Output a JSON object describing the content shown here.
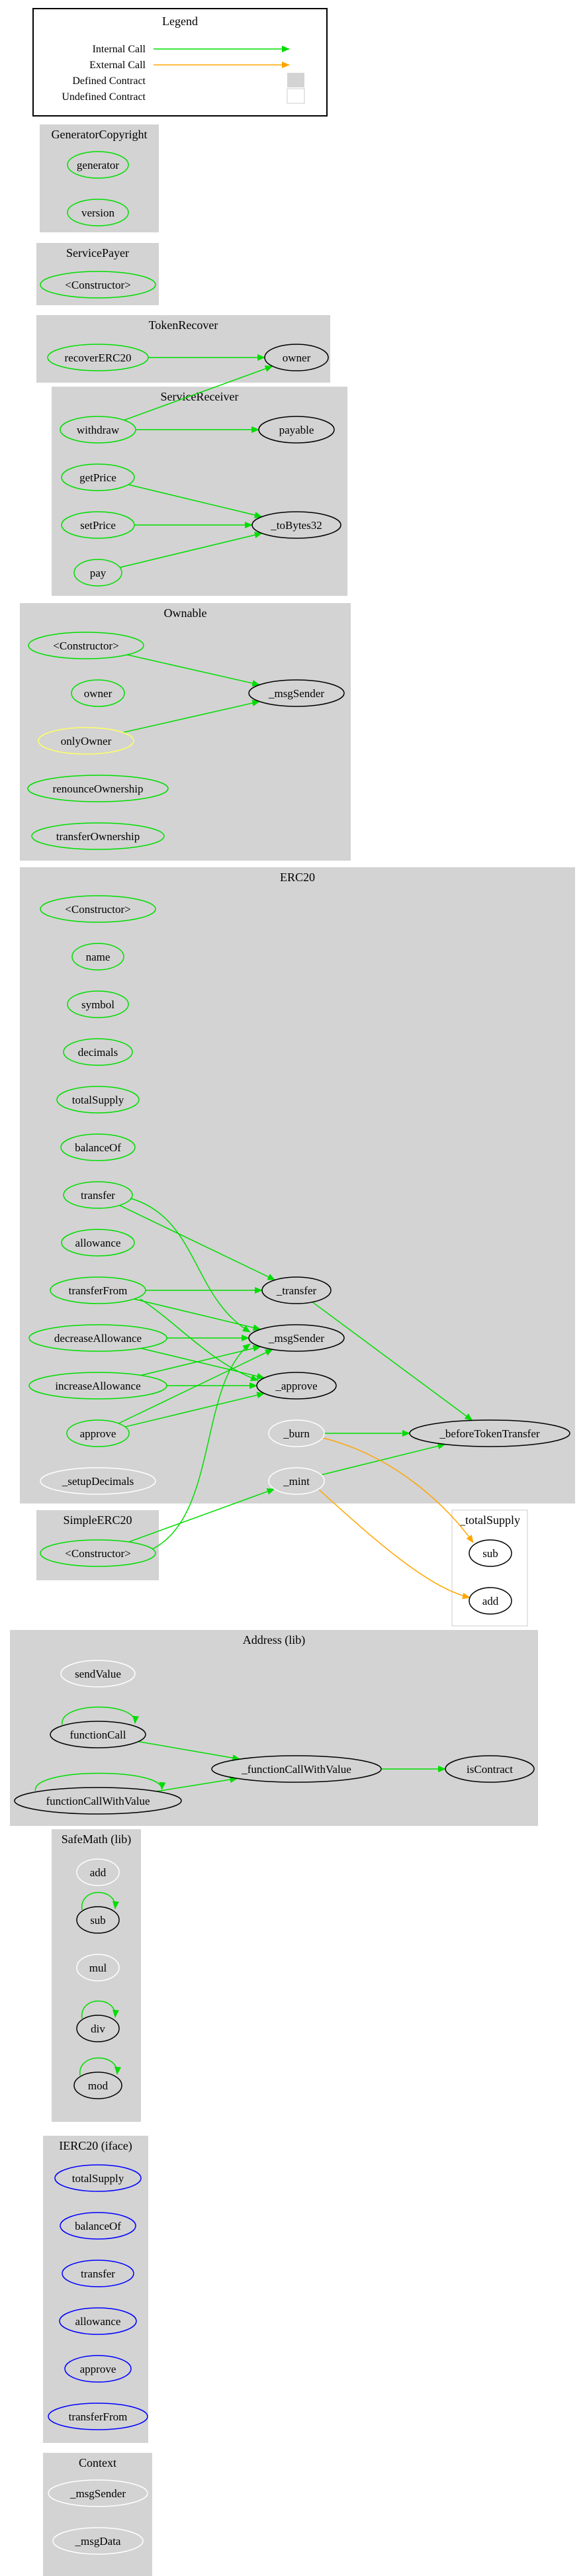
{
  "legend": {
    "title": "Legend",
    "rows": [
      {
        "label": "Internal Call",
        "kind": "arrow",
        "color": "#00dd00"
      },
      {
        "label": "External Call",
        "kind": "arrow",
        "color": "#ffa500"
      },
      {
        "label": "Defined Contract",
        "kind": "box",
        "fill": "#d3d3d3"
      },
      {
        "label": "Undefined Contract",
        "kind": "box",
        "fill": "#ffffff"
      }
    ]
  },
  "colors": {
    "internal": "#00dd00",
    "external": "#ffa500",
    "defined_fill": "#d3d3d3",
    "public_stroke": "#00dd00",
    "private_stroke": "#000000",
    "external_fn_stroke": "#0000ff",
    "modifier_stroke": "#ffff66",
    "library_fn_stroke": "#ffffff"
  },
  "clusters": [
    {
      "id": "gencopy",
      "title": "GeneratorCopyright",
      "defined": true,
      "nodes": [
        {
          "id": "gc_generator",
          "label": "generator",
          "kind": "public"
        },
        {
          "id": "gc_version",
          "label": "version",
          "kind": "public"
        }
      ]
    },
    {
      "id": "servicepayer",
      "title": "ServicePayer",
      "defined": true,
      "nodes": [
        {
          "id": "sp_ctor",
          "label": "<Constructor>",
          "kind": "public"
        }
      ]
    },
    {
      "id": "tokenrecover",
      "title": "TokenRecover",
      "defined": true,
      "nodes": [
        {
          "id": "tr_recover",
          "label": "recoverERC20",
          "kind": "public"
        },
        {
          "id": "tr_owner",
          "label": "owner",
          "kind": "private"
        }
      ]
    },
    {
      "id": "servicereceiver",
      "title": "ServiceReceiver",
      "defined": true,
      "nodes": [
        {
          "id": "sr_withdraw",
          "label": "withdraw",
          "kind": "public"
        },
        {
          "id": "sr_payable",
          "label": "payable",
          "kind": "private"
        },
        {
          "id": "sr_getprice",
          "label": "getPrice",
          "kind": "public"
        },
        {
          "id": "sr_setprice",
          "label": "setPrice",
          "kind": "public"
        },
        {
          "id": "sr_tobytes",
          "label": "_toBytes32",
          "kind": "private"
        },
        {
          "id": "sr_pay",
          "label": "pay",
          "kind": "public"
        }
      ]
    },
    {
      "id": "ownable",
      "title": "Ownable",
      "defined": true,
      "nodes": [
        {
          "id": "ow_ctor",
          "label": "<Constructor>",
          "kind": "public"
        },
        {
          "id": "ow_msgsender",
          "label": "_msgSender",
          "kind": "private"
        },
        {
          "id": "ow_owner",
          "label": "owner",
          "kind": "public"
        },
        {
          "id": "ow_onlyowner",
          "label": "onlyOwner",
          "kind": "modifier"
        },
        {
          "id": "ow_renounce",
          "label": "renounceOwnership",
          "kind": "public"
        },
        {
          "id": "ow_transferown",
          "label": "transferOwnership",
          "kind": "public"
        }
      ]
    },
    {
      "id": "erc20",
      "title": "ERC20",
      "defined": true,
      "nodes": [
        {
          "id": "e_ctor",
          "label": "<Constructor>",
          "kind": "public"
        },
        {
          "id": "e_name",
          "label": "name",
          "kind": "public"
        },
        {
          "id": "e_symbol",
          "label": "symbol",
          "kind": "public"
        },
        {
          "id": "e_decimals",
          "label": "decimals",
          "kind": "public"
        },
        {
          "id": "e_totalsupply",
          "label": "totalSupply",
          "kind": "public"
        },
        {
          "id": "e_balanceof",
          "label": "balanceOf",
          "kind": "public"
        },
        {
          "id": "e_transfer",
          "label": "transfer",
          "kind": "public"
        },
        {
          "id": "e_allowance",
          "label": "allowance",
          "kind": "public"
        },
        {
          "id": "e_transferfrom",
          "label": "transferFrom",
          "kind": "public"
        },
        {
          "id": "e__transfer",
          "label": "_transfer",
          "kind": "private"
        },
        {
          "id": "e_decrease",
          "label": "decreaseAllowance",
          "kind": "public"
        },
        {
          "id": "e_msgsender",
          "label": "_msgSender",
          "kind": "private"
        },
        {
          "id": "e_increase",
          "label": "increaseAllowance",
          "kind": "public"
        },
        {
          "id": "e__approve",
          "label": "_approve",
          "kind": "private"
        },
        {
          "id": "e_approve",
          "label": "approve",
          "kind": "public"
        },
        {
          "id": "e__burn",
          "label": "_burn",
          "kind": "library"
        },
        {
          "id": "e_before",
          "label": "_beforeTokenTransfer",
          "kind": "private"
        },
        {
          "id": "e_setupdec",
          "label": "_setupDecimals",
          "kind": "library"
        },
        {
          "id": "e__mint",
          "label": "_mint",
          "kind": "library"
        }
      ]
    },
    {
      "id": "simpleerc20",
      "title": "SimpleERC20",
      "defined": true,
      "nodes": [
        {
          "id": "s_ctor",
          "label": "<Constructor>",
          "kind": "public"
        }
      ]
    },
    {
      "id": "totalsupply",
      "title": "_totalSupply",
      "defined": false,
      "nodes": [
        {
          "id": "ts_sub",
          "label": "sub",
          "kind": "private"
        },
        {
          "id": "ts_add",
          "label": "add",
          "kind": "private"
        }
      ]
    },
    {
      "id": "address",
      "title": "Address  (lib)",
      "defined": true,
      "nodes": [
        {
          "id": "a_sendvalue",
          "label": "sendValue",
          "kind": "library"
        },
        {
          "id": "a_functioncall",
          "label": "functionCall",
          "kind": "private"
        },
        {
          "id": "a__fcwv",
          "label": "_functionCallWithValue",
          "kind": "private"
        },
        {
          "id": "a_iscontract",
          "label": "isContract",
          "kind": "private"
        },
        {
          "id": "a_fcwv",
          "label": "functionCallWithValue",
          "kind": "private"
        }
      ]
    },
    {
      "id": "safemath",
      "title": "SafeMath  (lib)",
      "defined": true,
      "nodes": [
        {
          "id": "m_add",
          "label": "add",
          "kind": "library"
        },
        {
          "id": "m_sub",
          "label": "sub",
          "kind": "private"
        },
        {
          "id": "m_mul",
          "label": "mul",
          "kind": "library"
        },
        {
          "id": "m_div",
          "label": "div",
          "kind": "private"
        },
        {
          "id": "m_mod",
          "label": "mod",
          "kind": "private"
        }
      ]
    },
    {
      "id": "ierc20",
      "title": "IERC20  (iface)",
      "defined": true,
      "nodes": [
        {
          "id": "i_totalsupply",
          "label": "totalSupply",
          "kind": "external"
        },
        {
          "id": "i_balanceof",
          "label": "balanceOf",
          "kind": "external"
        },
        {
          "id": "i_transfer",
          "label": "transfer",
          "kind": "external"
        },
        {
          "id": "i_allowance",
          "label": "allowance",
          "kind": "external"
        },
        {
          "id": "i_approve",
          "label": "approve",
          "kind": "external"
        },
        {
          "id": "i_transferfrom",
          "label": "transferFrom",
          "kind": "external"
        }
      ]
    },
    {
      "id": "context",
      "title": "Context",
      "defined": true,
      "nodes": [
        {
          "id": "c_msgsender",
          "label": "_msgSender",
          "kind": "library"
        },
        {
          "id": "c_msgdata",
          "label": "_msgData",
          "kind": "library"
        }
      ]
    }
  ],
  "edges": [
    {
      "from": "tr_recover",
      "to": "tr_owner",
      "type": "internal"
    },
    {
      "from": "sr_withdraw",
      "to": "tr_owner",
      "type": "internal"
    },
    {
      "from": "sr_withdraw",
      "to": "sr_payable",
      "type": "internal"
    },
    {
      "from": "sr_getprice",
      "to": "sr_tobytes",
      "type": "internal"
    },
    {
      "from": "sr_setprice",
      "to": "sr_tobytes",
      "type": "internal"
    },
    {
      "from": "sr_pay",
      "to": "sr_tobytes",
      "type": "internal"
    },
    {
      "from": "ow_ctor",
      "to": "ow_msgsender",
      "type": "internal"
    },
    {
      "from": "ow_onlyowner",
      "to": "ow_msgsender",
      "type": "internal"
    },
    {
      "from": "e_transfer",
      "to": "e__transfer",
      "type": "internal"
    },
    {
      "from": "e_transfer",
      "to": "e_msgsender",
      "type": "internal"
    },
    {
      "from": "e_transferfrom",
      "to": "e__transfer",
      "type": "internal"
    },
    {
      "from": "e_transferfrom",
      "to": "e_msgsender",
      "type": "internal"
    },
    {
      "from": "e_transferfrom",
      "to": "e__approve",
      "type": "internal"
    },
    {
      "from": "e_decrease",
      "to": "e_msgsender",
      "type": "internal"
    },
    {
      "from": "e_decrease",
      "to": "e__approve",
      "type": "internal"
    },
    {
      "from": "e_increase",
      "to": "e_msgsender",
      "type": "internal"
    },
    {
      "from": "e_increase",
      "to": "e__approve",
      "type": "internal"
    },
    {
      "from": "e_approve",
      "to": "e_msgsender",
      "type": "internal"
    },
    {
      "from": "e_approve",
      "to": "e__approve",
      "type": "internal"
    },
    {
      "from": "e__transfer",
      "to": "e_before",
      "type": "internal"
    },
    {
      "from": "e__burn",
      "to": "e_before",
      "type": "internal"
    },
    {
      "from": "e__mint",
      "to": "e_before",
      "type": "internal"
    },
    {
      "from": "e__burn",
      "to": "ts_sub",
      "type": "external"
    },
    {
      "from": "e__mint",
      "to": "ts_add",
      "type": "external"
    },
    {
      "from": "s_ctor",
      "to": "e_msgsender",
      "type": "internal"
    },
    {
      "from": "s_ctor",
      "to": "e__mint",
      "type": "internal"
    },
    {
      "from": "a_functioncall",
      "to": "a_functioncall",
      "type": "internal"
    },
    {
      "from": "a_functioncall",
      "to": "a__fcwv",
      "type": "internal"
    },
    {
      "from": "a_fcwv",
      "to": "a_fcwv",
      "type": "internal"
    },
    {
      "from": "a_fcwv",
      "to": "a__fcwv",
      "type": "internal"
    },
    {
      "from": "a__fcwv",
      "to": "a_iscontract",
      "type": "internal"
    },
    {
      "from": "m_sub",
      "to": "m_sub",
      "type": "internal"
    },
    {
      "from": "m_div",
      "to": "m_div",
      "type": "internal"
    },
    {
      "from": "m_mod",
      "to": "m_mod",
      "type": "internal"
    }
  ]
}
